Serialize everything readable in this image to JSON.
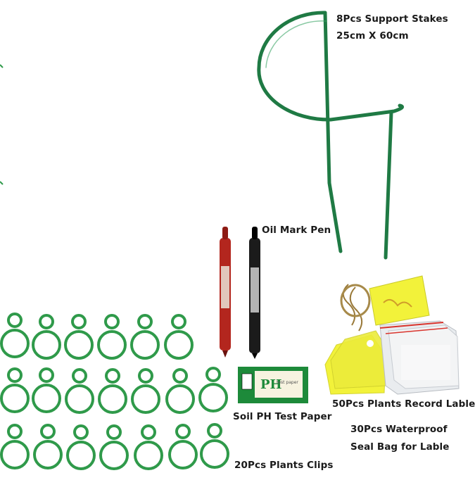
{
  "labels": {
    "stakes_line1": "8Pcs Support Stakes",
    "stakes_line2": "25cm X 60cm",
    "pen": "Oil Mark Pen",
    "ph_paper": "Soil PH Test Paper",
    "record_label": "50Pcs Plants  Record Lable",
    "seal_bag_line1": "30Pcs Waterproof",
    "seal_bag_line2": "Seal Bag for Lable",
    "clips": "20Pcs Plants Clips"
  },
  "ph_pack": {
    "big": "PH",
    "small": "test paper"
  },
  "colors": {
    "stake_green": "#1f7a44",
    "clip_green": "#2f9a4a",
    "pen_red": "#b3261e",
    "pen_black": "#1b1b1b",
    "tag_yellow": "#f2f23a",
    "ph_green": "#1d8a3a"
  },
  "icons": [
    "plant-support-stake",
    "marker-pen",
    "ph-test-paper-pack",
    "plant-tag",
    "seal-bag",
    "plant-clip"
  ]
}
